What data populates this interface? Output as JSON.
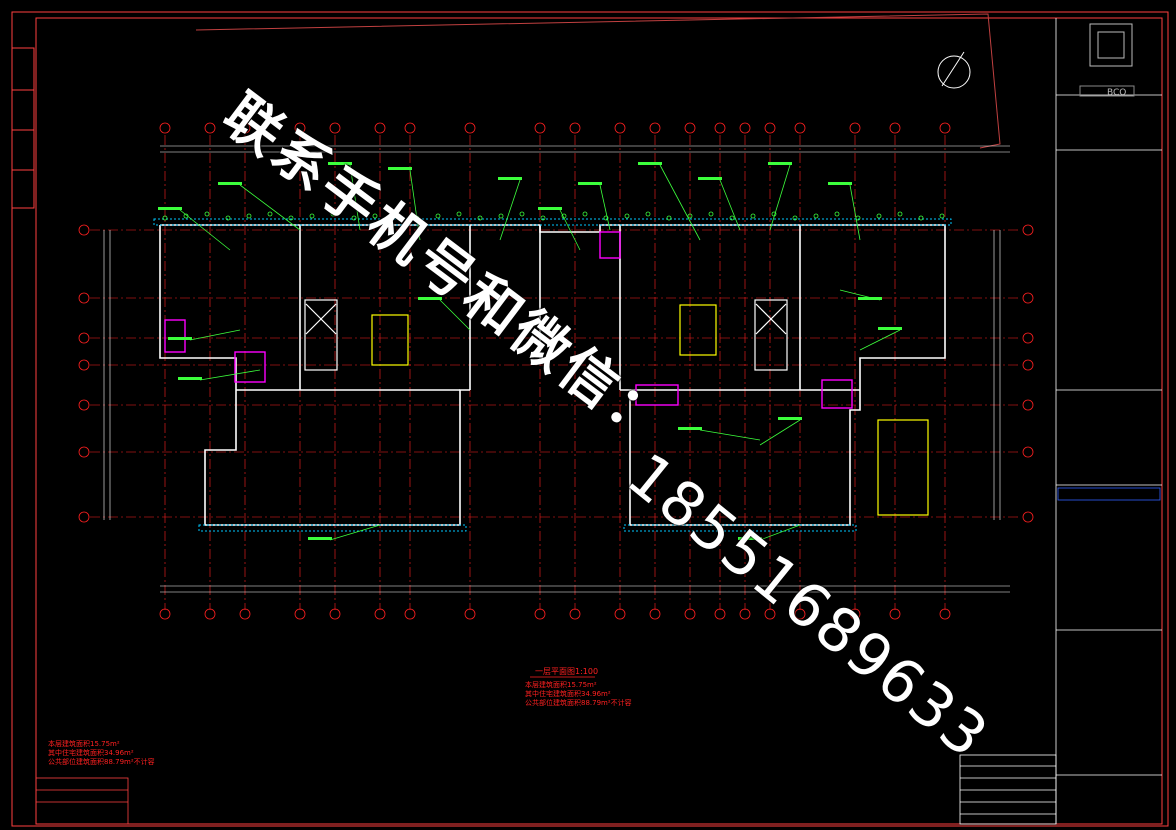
{
  "drawing": {
    "firm_logo_text": "BCO",
    "scale_title": "一层平面图",
    "scale": "1:100",
    "notes_center": [
      "本层建筑面积15.75m²",
      "其中住宅建筑面积34.96m²",
      "公共部位建筑面积88.79m²不计容"
    ],
    "notes_left": [
      "本层建筑面积15.75m²",
      "其中住宅建筑面积34.96m²",
      "公共部位建筑面积88.79m²不计容"
    ]
  },
  "watermark": {
    "label": "联系手机号和微信：",
    "number": "18551689633"
  },
  "colors": {
    "background": "#000000",
    "wall": "#ffffff",
    "axis": "#ff2020",
    "annotation": "#3cff3c",
    "equipment": "#ffff00",
    "shaft": "#ff00ff",
    "hatch": "#00c8ff",
    "titleblock": "#ffffff"
  }
}
